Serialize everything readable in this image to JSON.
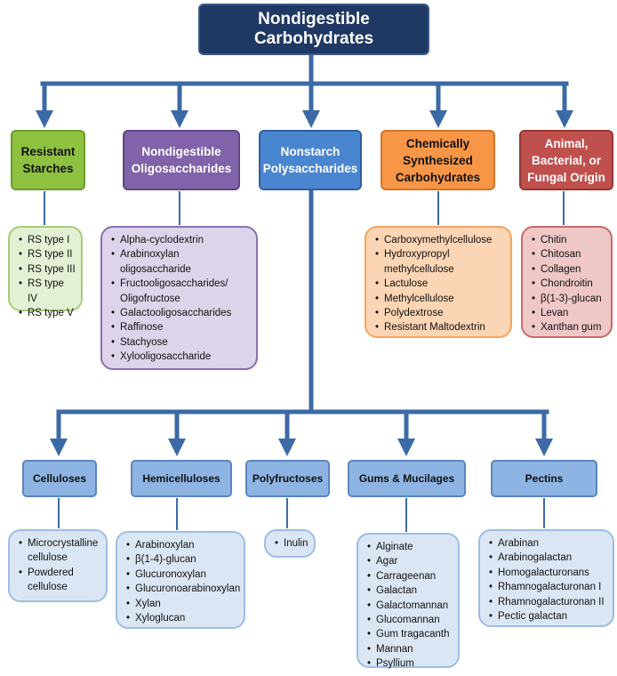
{
  "root": {
    "line1": "Nondigestible",
    "line2": "Carbohydrates"
  },
  "categories": [
    {
      "lines": [
        "Resistant",
        "Starches"
      ],
      "color": "#8fc140",
      "items": [
        "RS type I",
        "RS type II",
        "RS type III",
        "RS type IV",
        "RS type V"
      ]
    },
    {
      "lines": [
        "Nondigestible",
        "Oligosaccharides"
      ],
      "color": "#8063a8",
      "items": [
        "Alpha-cyclodextrin",
        "Arabinoxylan oligosaccharide",
        "Fructooligosaccharides/ Oligofructose",
        "Galactooligosaccharides",
        "Raffinose",
        "Stachyose",
        "Xylooligosaccharide"
      ]
    },
    {
      "lines": [
        "Nonstarch",
        "Polysaccharides"
      ],
      "color": "#4a86d0"
    },
    {
      "lines": [
        "Chemically",
        "Synthesized",
        "Carbohydrates"
      ],
      "color": "#f79646",
      "items": [
        "Carboxymethylcellulose",
        "Hydroxypropyl methylcellulose",
        "Lactulose",
        "Methylcellulose",
        "Polydextrose",
        "Resistant Maltodextrin"
      ]
    },
    {
      "lines": [
        "Animal,",
        "Bacterial, or",
        "Fungal Origin"
      ],
      "color": "#c0504d",
      "items": [
        "Chitin",
        "Chitosan",
        "Collagen",
        "Chondroitin",
        "β(1-3)-glucan",
        "Levan",
        "Xanthan gum"
      ]
    }
  ],
  "subcategories": [
    {
      "label": "Celluloses",
      "items": [
        "Microcrystalline cellulose",
        "Powdered cellulose"
      ]
    },
    {
      "label": "Hemicelluloses",
      "items": [
        "Arabinoxylan",
        "β(1-4)-glucan",
        "Glucuronoxylan",
        "Glucuronoarabinoxylan",
        "Xylan",
        "Xyloglucan"
      ]
    },
    {
      "label": "Polyfructoses",
      "items": [
        "Inulin"
      ]
    },
    {
      "label": "Gums & Mucilages",
      "items": [
        "Alginate",
        "Agar",
        "Carrageenan",
        "Galactan",
        "Galactomannan",
        "Glucomannan",
        "Gum tragacanth",
        "Mannan",
        "Psyllium"
      ]
    },
    {
      "label": "Pectins",
      "items": [
        "Arabinan",
        "Arabinogalactan",
        "Homogalacturonans",
        "Rhamnogalacturonan I",
        "Rhamnogalacturonan II",
        "Pectic galactan"
      ]
    }
  ],
  "colors": {
    "connector": "#3c6aa6",
    "root_fill": "#1f3864",
    "subcategory_fill": "#8db4e2",
    "subcategory_list_fill": "#dbe6f4"
  }
}
